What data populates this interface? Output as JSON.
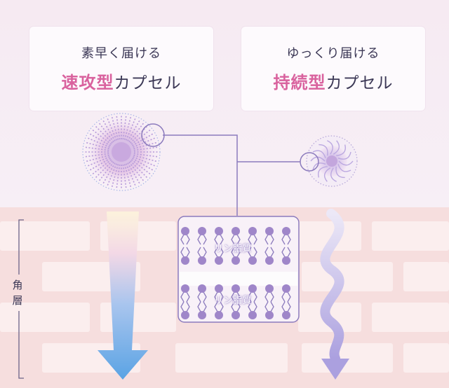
{
  "fast_card": {
    "subtitle": "素早く届ける",
    "highlight": "速攻型",
    "suffix": "カプセル"
  },
  "slow_card": {
    "subtitle": "ゆっくり届ける",
    "highlight": "持続型",
    "suffix": "カプセル"
  },
  "layer_label": "角層",
  "lipid_labels": [
    "リン脂質",
    "リン脂質"
  ],
  "colors": {
    "highlight": "#d9629e",
    "text": "#3c3856",
    "line": "#8c7bbd",
    "arrow_fast": "#5aa3e4",
    "arrow_slow": "#b1a7e2"
  }
}
